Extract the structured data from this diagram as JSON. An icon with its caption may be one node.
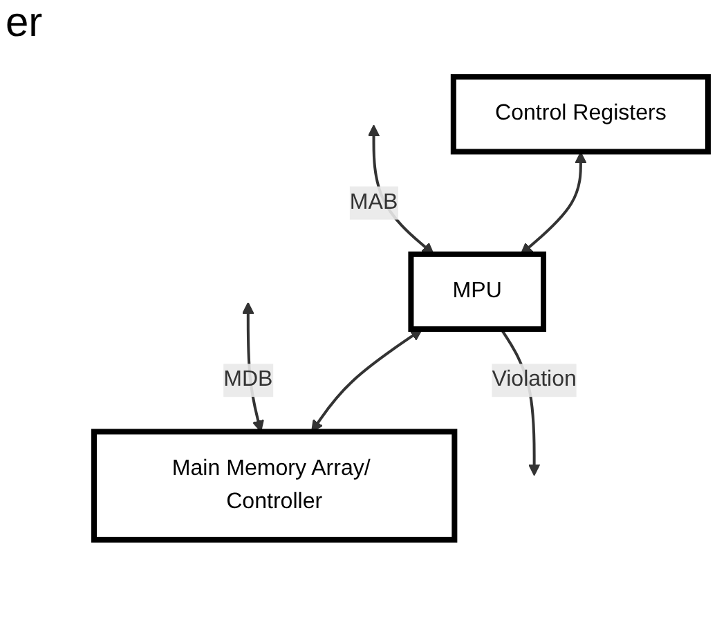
{
  "diagram": {
    "nodes": [
      {
        "text": [
          "Control Registers"
        ]
      },
      {
        "text": [
          "MPU"
        ]
      },
      {
        "text": [
          "Main Memory Array/ Controller"
        ]
      }
    ],
    "edges": [
      {
        "from": 0,
        "to": 1,
        "arrow": "both"
      },
      {
        "from": null,
        "to": 1,
        "arrow": "both",
        "label": "MAB"
      },
      {
        "from": 1,
        "to": 2,
        "arrow": "both"
      },
      {
        "from": 1,
        "to": null,
        "arrow": "to",
        "label": "Violation"
      },
      {
        "from": null,
        "to": 2,
        "arrow": "both",
        "label": "MDB"
      }
    ],
    "labels": [
      "er"
    ]
  }
}
